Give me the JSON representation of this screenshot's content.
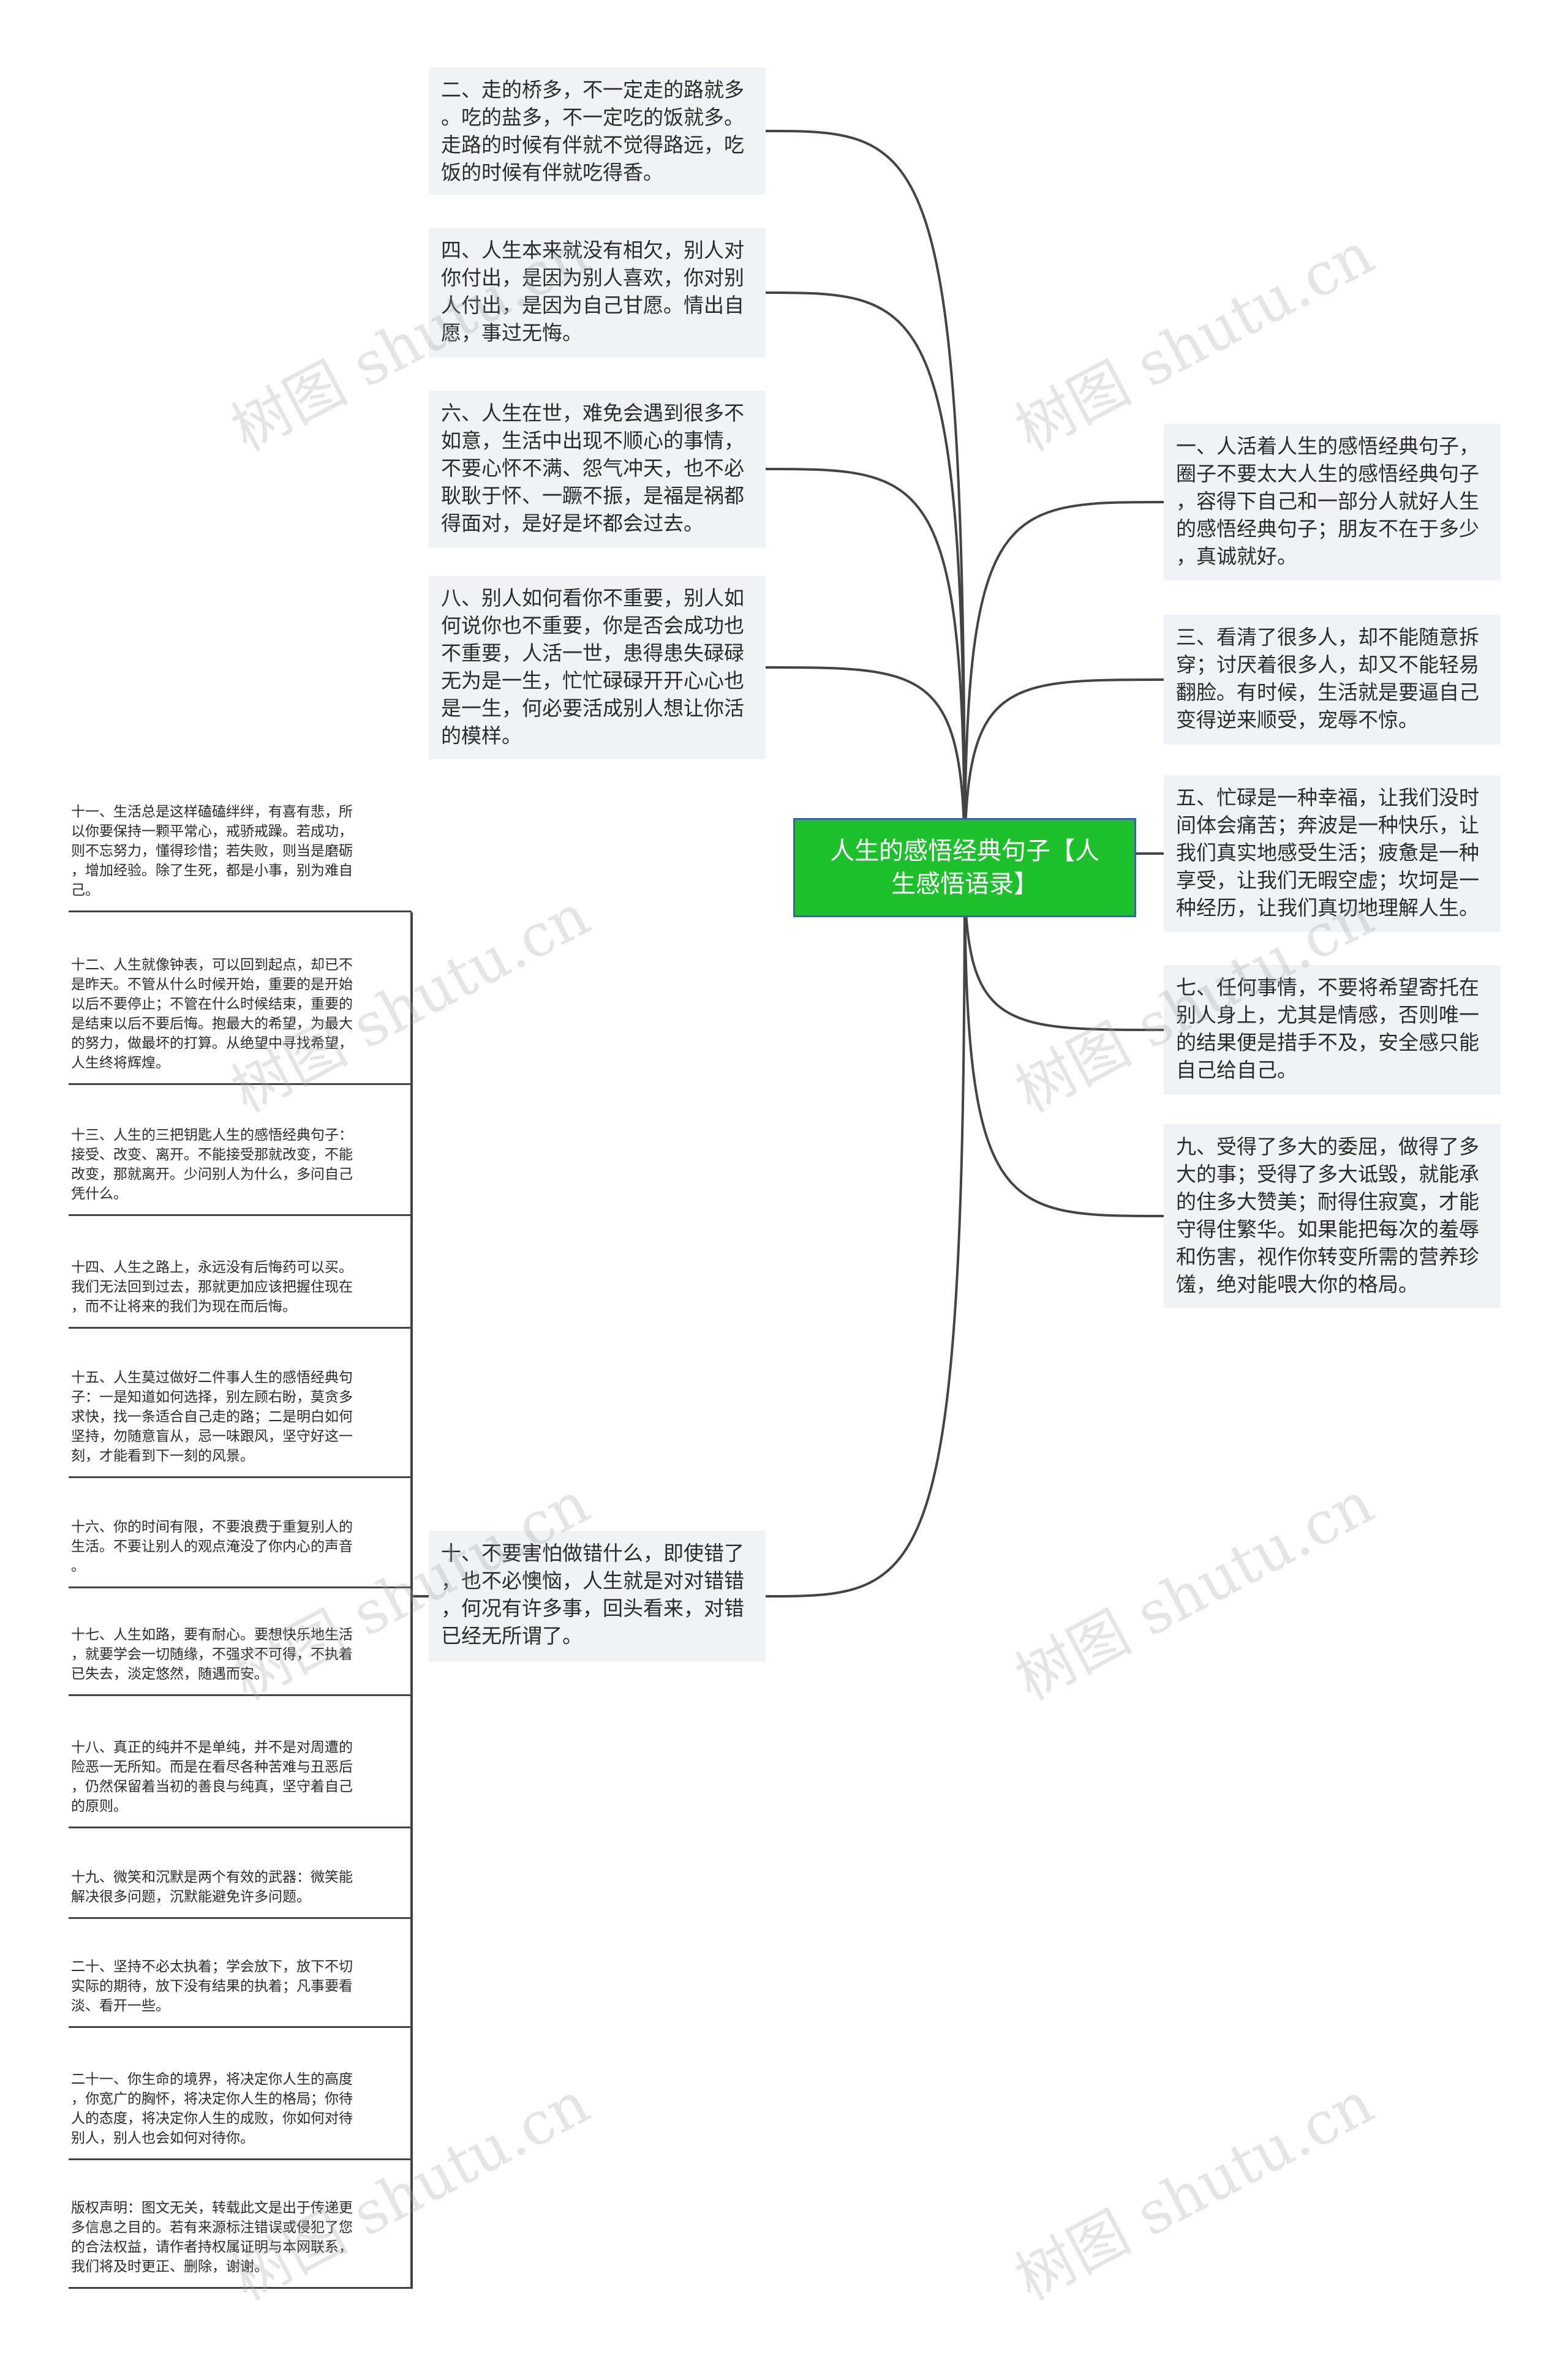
{
  "root": {
    "text": "人生的感悟经典句子【人\n生感悟语录】"
  },
  "left_nodes": [
    {
      "text": "二、走的桥多，不一定走的路就多\n。吃的盐多，不一定吃的饭就多。\n走路的时候有伴就不觉得路远，吃\n饭的时候有伴就吃得香。"
    },
    {
      "text": "四、人生本来就没有相欠，别人对\n你付出，是因为别人喜欢，你对别\n人付出，是因为自己甘愿。情出自\n愿，事过无悔。"
    },
    {
      "text": "六、人生在世，难免会遇到很多不\n如意，生活中出现不顺心的事情，\n不要心怀不满、怨气冲天，也不必\n耿耿于怀、一蹶不振，是福是祸都\n得面对，是好是坏都会过去。"
    },
    {
      "text": "八、别人如何看你不重要，别人如\n何说你也不重要，你是否会成功也\n不重要，人活一世，患得患失碌碌\n无为是一生，忙忙碌碌开开心心也\n是一生，何必要活成别人想让你活\n的模样。"
    },
    {
      "text": "十、不要害怕做错什么，即使错了\n，也不必懊恼，人生就是对对错错\n，何况有许多事，回头看来，对错\n已经无所谓了。"
    }
  ],
  "right_nodes": [
    {
      "text": "一、人活着人生的感悟经典句子，\n圈子不要太大人生的感悟经典句子\n，容得下自己和一部分人就好人生\n的感悟经典句子；朋友不在于多少\n，真诚就好。"
    },
    {
      "text": "三、看清了很多人，却不能随意拆\n穿；讨厌着很多人，却又不能轻易\n翻脸。有时候，生活就是要逼自己\n变得逆来顺受，宠辱不惊。"
    },
    {
      "text": "五、忙碌是一种幸福，让我们没时\n间体会痛苦；奔波是一种快乐，让\n我们真实地感受生活；疲惫是一种\n享受，让我们无暇空虚；坎坷是一\n种经历，让我们真切地理解人生。"
    },
    {
      "text": "七、任何事情，不要将希望寄托在\n别人身上，尤其是情感，否则唯一\n的结果便是措手不及，安全感只能\n自己给自己。"
    },
    {
      "text": "九、受得了多大的委屈，做得了多\n大的事；受得了多大诋毁，就能承\n的住多大赞美；耐得住寂寞，才能\n守得住繁华。如果能把每次的羞辱\n和伤害，视作你转变所需的营养珍\n馐，绝对能喂大你的格局。"
    }
  ],
  "leaf_nodes": [
    {
      "text": "十一、生活总是这样磕磕绊绊，有喜有悲，所\n以你要保持一颗平常心，戒骄戒躁。若成功，\n则不忘努力，懂得珍惜；若失败，则当是磨砺\n，增加经验。除了生死，都是小事，别为难自\n己。"
    },
    {
      "text": "十二、人生就像钟表，可以回到起点，却已不\n是昨天。不管从什么时候开始，重要的是开始\n以后不要停止；不管在什么时候结束，重要的\n是结束以后不要后悔。抱最大的希望，为最大\n的努力，做最坏的打算。从绝望中寻找希望，\n人生终将辉煌。"
    },
    {
      "text": "十三、人生的三把钥匙人生的感悟经典句子：\n接受、改变、离开。不能接受那就改变，不能\n改变，那就离开。少问别人为什么，多问自己\n凭什么。"
    },
    {
      "text": "十四、人生之路上，永远没有后悔药可以买。\n我们无法回到过去，那就更加应该把握住现在\n，而不让将来的我们为现在而后悔。"
    },
    {
      "text": "十五、人生莫过做好二件事人生的感悟经典句\n子：一是知道如何选择，别左顾右盼，莫贪多\n求快，找一条适合自己走的路；二是明白如何\n坚持，勿随意盲从，忌一味跟风，坚守好这一\n刻，才能看到下一刻的风景。"
    },
    {
      "text": "十六、你的时间有限，不要浪费于重复别人的\n生活。不要让别人的观点淹没了你内心的声音\n。"
    },
    {
      "text": "十七、人生如路，要有耐心。要想快乐地生活\n，就要学会一切随缘，不强求不可得，不执着\n已失去，淡定悠然，随遇而安。"
    },
    {
      "text": "十八、真正的纯并不是单纯，并不是对周遭的\n险恶一无所知。而是在看尽各种苦难与丑恶后\n，仍然保留着当初的善良与纯真，坚守着自己\n的原则。"
    },
    {
      "text": "十九、微笑和沉默是两个有效的武器：微笑能\n解决很多问题，沉默能避免许多问题。"
    },
    {
      "text": "二十、坚持不必太执着；学会放下，放下不切\n实际的期待，放下没有结果的执着；凡事要看\n淡、看开一些。"
    },
    {
      "text": "二十一、你生命的境界，将决定你人生的高度\n，你宽广的胸怀，将决定你人生的格局；你待\n人的态度，将决定你人生的成败，你如何对待\n别人，别人也会如何对待你。"
    },
    {
      "text": "版权声明：图文无关，转载此文是出于传递更\n多信息之目的。若有来源标注错误或侵犯了您\n的合法权益，请作者持权属证明与本网联系，\n我们将及时更正、删除，谢谢。"
    }
  ],
  "watermark": {
    "text": "树图 shutu.cn"
  },
  "colors": {
    "root_bg": "#1ec02e",
    "root_border": "#3d62a0",
    "node_bg": "#f0f2f5",
    "line": "#444444"
  }
}
